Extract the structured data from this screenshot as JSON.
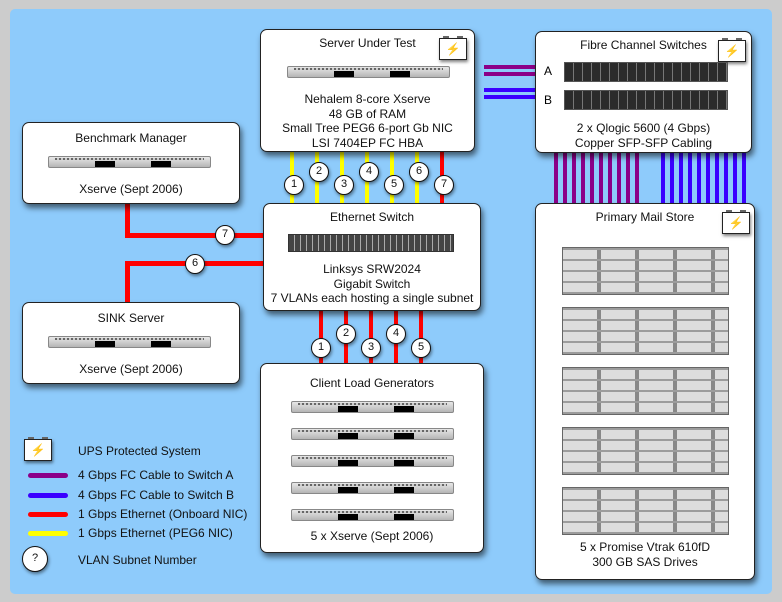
{
  "diagram": {
    "colors": {
      "background": "#8ecbfb",
      "fc_switch_a": "#8b0088",
      "fc_switch_b": "#3a00ff",
      "ethernet_onboard": "#ff0000",
      "ethernet_peg6": "#ffff00"
    },
    "server_under_test": {
      "title": "Server Under Test",
      "lines": [
        "Nehalem 8-core Xserve",
        "48 GB of RAM",
        "Small Tree PEG6 6-port Gb NIC",
        "LSI 7404EP FC HBA"
      ],
      "ups": true
    },
    "fibre_channel_switches": {
      "title": "Fibre Channel Switches",
      "switch_labels": [
        "A",
        "B"
      ],
      "lines": [
        "2 x Qlogic 5600 (4 Gbps)",
        "Copper SFP-SFP Cabling"
      ],
      "ups": true
    },
    "benchmark_manager": {
      "title": "Benchmark Manager",
      "lines": [
        "Xserve (Sept 2006)"
      ]
    },
    "ethernet_switch": {
      "title": "Ethernet Switch",
      "lines": [
        "Linksys SRW2024",
        "Gigabit Switch",
        "7 VLANs each hosting a single subnet"
      ]
    },
    "sink_server": {
      "title": "SINK Server",
      "lines": [
        "Xserve (Sept 2006)"
      ]
    },
    "client_load_generators": {
      "title": "Client Load Generators",
      "lines": [
        "5 x Xserve (Sept 2006)"
      ]
    },
    "primary_mail_store": {
      "title": "Primary Mail Store",
      "lines": [
        "5 x Promise Vtrak 610fD",
        "300 GB SAS Drives"
      ],
      "ups": true
    },
    "vlan_labels_top": [
      "1",
      "2",
      "3",
      "4",
      "5",
      "6",
      "7"
    ],
    "vlan_labels_bottom": [
      "1",
      "2",
      "3",
      "4",
      "5"
    ],
    "vlan_label_benchmark": "7",
    "vlan_label_sink": "6",
    "ups_glyph": "⚡",
    "legend": {
      "items": [
        {
          "label": "UPS Protected System",
          "icon": "ups-battery-icon"
        },
        {
          "label": "4 Gbps FC Cable to Switch A",
          "color": "#8b0088"
        },
        {
          "label": "4 Gbps FC Cable to Switch B",
          "color": "#3a00ff"
        },
        {
          "label": "1 Gbps Ethernet (Onboard NIC)",
          "color": "#ff0000"
        },
        {
          "label": "1 Gbps Ethernet (PEG6 NIC)",
          "color": "#ffff00"
        },
        {
          "label": "VLAN Subnet Number",
          "icon": "vlan-circle-icon",
          "symbol": "?"
        }
      ]
    }
  }
}
